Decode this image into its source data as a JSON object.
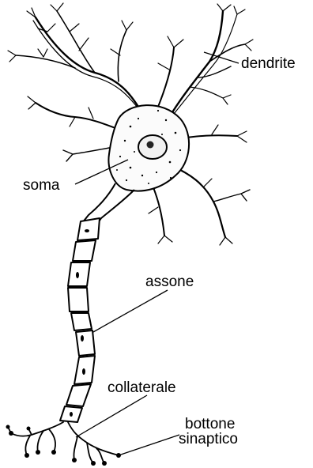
{
  "labels": {
    "dendrite": "dendrite",
    "soma": "soma",
    "assone": "assone",
    "collaterale": "collaterale",
    "bottone_line1": "bottone",
    "bottone_line2": "sinaptico"
  },
  "colors": {
    "ink": "#000000",
    "background": "#ffffff"
  }
}
